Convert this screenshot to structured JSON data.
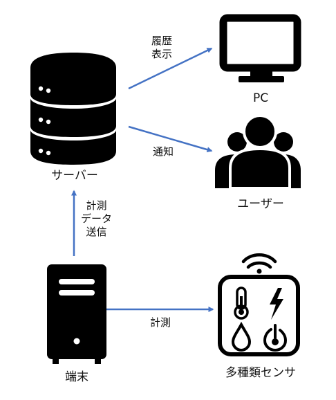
{
  "colors": {
    "arrow": "#4472C4",
    "icon": "#000000",
    "background": "#ffffff"
  },
  "nodes": {
    "server": {
      "label": "サーバー",
      "icon": "database-server-icon"
    },
    "pc": {
      "label": "PC",
      "icon": "monitor-icon"
    },
    "users": {
      "label": "ユーザー",
      "icon": "user-group-icon"
    },
    "terminal": {
      "label": "端末",
      "icon": "tower-computer-icon"
    },
    "sensor": {
      "label": "多種類センサ",
      "icon": "multi-sensor-icon"
    }
  },
  "edges": {
    "server_to_pc": {
      "label_lines": [
        "履歴",
        "表示"
      ]
    },
    "server_to_users": {
      "label_lines": [
        "通知"
      ]
    },
    "terminal_to_server": {
      "label_lines": [
        "計測",
        "データ",
        "送信"
      ]
    },
    "terminal_to_sensor": {
      "label_lines": [
        "計測"
      ]
    }
  }
}
